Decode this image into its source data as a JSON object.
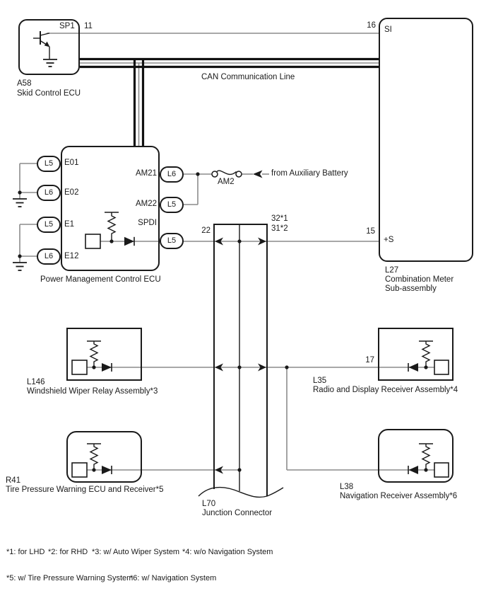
{
  "colors": {
    "line": "#1a1a1a",
    "wire": "#8c8c8c"
  },
  "can_label": "CAN Communication Line",
  "components": {
    "a58": {
      "id": "A58",
      "name": "Skid Control ECU",
      "splice": "SP1",
      "pin11": "11"
    },
    "l27": {
      "id": "L27",
      "name1": "Combination Meter",
      "name2": "Sub-assembly",
      "pin16": "16",
      "si": "SI",
      "pin15": "15",
      "plus_s": "+S"
    },
    "pmc": {
      "name": "Power Management Control ECU",
      "e01": "E01",
      "e02": "E02",
      "e1": "E1",
      "e12": "E12",
      "am21": "AM21",
      "am22": "AM22",
      "spdi": "SPDI",
      "c_e01": "L5",
      "c_e02": "L6",
      "c_e1": "L5",
      "c_e12": "L6",
      "c_am21": "L6",
      "c_am22": "L5",
      "c_spdi": "L5"
    },
    "battery": {
      "fuse": "AM2",
      "label": "from Auxiliary Battery"
    },
    "l70": {
      "id": "L70",
      "name": "Junction Connector",
      "pin22": "22",
      "pin32": "32*1",
      "pin31": "31*2"
    },
    "l146": {
      "id": "L146",
      "name": "Windshield Wiper Relay Assembly*3"
    },
    "l35": {
      "id": "L35",
      "name": "Radio and Display Receiver Assembly*4",
      "pin17": "17"
    },
    "r41": {
      "id": "R41",
      "name": "Tire Pressure Warning ECU and Receiver*5"
    },
    "l38": {
      "id": "L38",
      "name": "Navigation Receiver Assembly*6"
    }
  },
  "footnotes": {
    "line1": [
      "*1: for LHD",
      "*2: for RHD",
      "*3: w/ Auto Wiper System",
      "*4: w/o Navigation System"
    ],
    "line2": [
      "*5: w/ Tire Pressure Warning System",
      "*6: w/ Navigation System"
    ]
  }
}
